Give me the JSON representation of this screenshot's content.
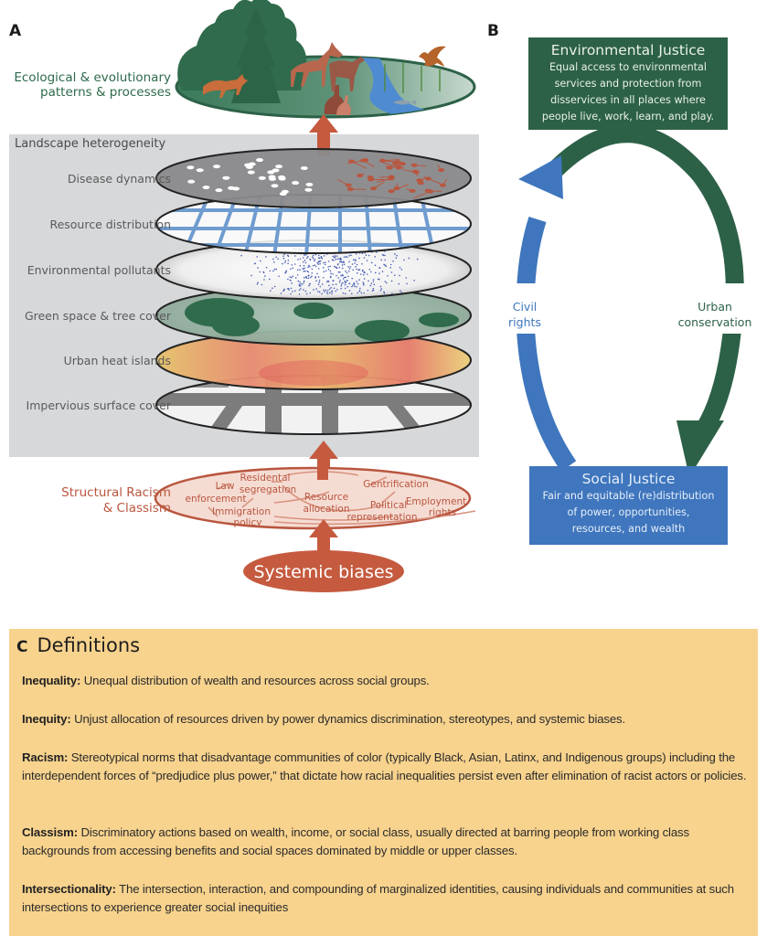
{
  "panel_a": {
    "letter": "A",
    "eco_label_line1": "Ecological & evolutionary",
    "eco_label_line2": "patterns & processes",
    "heterogeneity_title": "Landscape heterogeneity",
    "layers": [
      {
        "label": "Disease dynamics"
      },
      {
        "label": "Resource distribution"
      },
      {
        "label": "Environmental pollutants"
      },
      {
        "label": "Green space & tree cover"
      },
      {
        "label": "Urban heat islands"
      },
      {
        "label": "Impervious surface cover"
      }
    ],
    "structural_label_line1": "Structural Racism",
    "structural_label_line2": "& Classism",
    "structural_items": [
      {
        "line1": "Law",
        "line2": "enforcement"
      },
      {
        "line1": "Residental",
        "line2": "segregation"
      },
      {
        "line1": "Resource",
        "line2": "allocation"
      },
      {
        "line1": "Gentrification",
        "line2": ""
      },
      {
        "line1": "Immigration",
        "line2": "policy"
      },
      {
        "line1": "Political",
        "line2": "representation"
      },
      {
        "line1": "Employment",
        "line2": "rights"
      }
    ],
    "systemic_biases": "Systemic biases",
    "colors": {
      "arrow": "#c55a3f",
      "eco_green": "#2d6a4a",
      "structural": "#b9563f",
      "background": "#d7d8da"
    }
  },
  "panel_b": {
    "letter": "B",
    "environmental_justice": {
      "title": "Environmental Justice",
      "desc_lines": [
        "Equal access to environmental",
        "services and protection from",
        "disservices in all places where",
        "people live, work, learn, and play."
      ]
    },
    "social_justice": {
      "title": "Social Justice",
      "desc_lines": [
        "Fair and equitable (re)distribution",
        "of power, opportunities,",
        "resources, and wealth"
      ]
    },
    "civil_rights_line1": "Civil",
    "civil_rights_line2": "rights",
    "urban_conservation_line1": "Urban",
    "urban_conservation_line2": "conservation",
    "colors": {
      "green": "#2d6147",
      "blue": "#3f76bd"
    }
  },
  "panel_c": {
    "letter": "C",
    "title": "Definitions",
    "definitions": [
      {
        "term": "Inequality:",
        "text": " Unequal distribution of wealth and resources across social groups."
      },
      {
        "term": "Inequity:",
        "text": " Unjust allocation of resources driven by power dynamics discrimination, stereotypes, and systemic biases."
      },
      {
        "term": "Racism:",
        "text": " Stereotypical norms that disadvantage communities of color (typically Black, Asian, Latinx, and Indigenous groups) including the interdependent forces of “predjudice plus power,” that dictate how racial inequalities persist even after elimination of racist actors or policies."
      },
      {
        "term": "Classism:",
        "text": " Discriminatory actions based on wealth, income, or social class, usually directed at barring people from working class backgrounds from accessing benefits and social spaces dominated by middle or upper classes."
      },
      {
        "term": "Intersectionality:",
        "text": " The intersection, interaction, and compounding of marginalized identities, causing individuals and communities at such intersections to experience greater social inequities"
      }
    ],
    "colors": {
      "background": "#f8d38e"
    }
  }
}
